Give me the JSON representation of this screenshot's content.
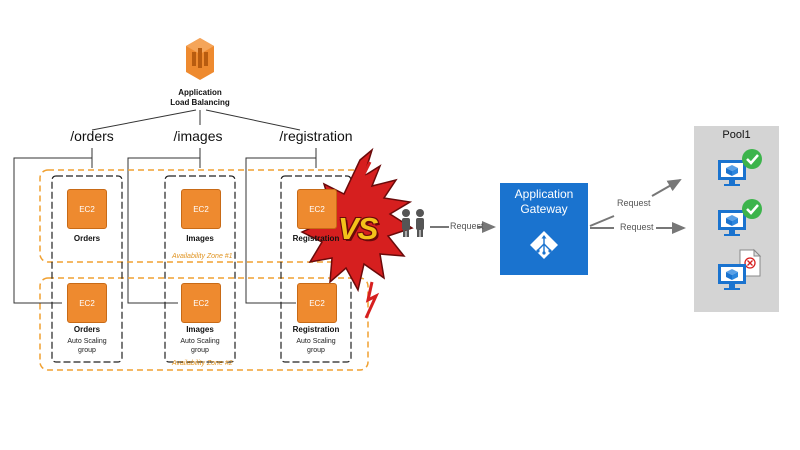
{
  "colors": {
    "aws_orange": "#ee8a2f",
    "zone_dash": "#f0a030",
    "gateway_blue": "#1a73cf",
    "vs_red": "#d61f1f",
    "vs_yellow": "#f3c21a",
    "check_green": "#3cb44b",
    "pool_gray": "#d4d4d4"
  },
  "aws": {
    "load_balancer_title": "Application\nLoad Balancing",
    "routes": [
      "/orders",
      "/images",
      "/registration"
    ],
    "ec2_label": "EC2",
    "zone1": {
      "label": "Availability Zone #1",
      "services": [
        "Orders",
        "Images",
        "Registration"
      ]
    },
    "zone2": {
      "label": "Availability Zone #2",
      "services": [
        "Orders",
        "Images",
        "Registration"
      ],
      "asg_label": "Auto Scaling\ngroup"
    }
  },
  "vs_label": "VS",
  "azure": {
    "request_label": "Request",
    "gateway_title": "Application\nGateway",
    "right_requests": [
      "Request",
      "Request"
    ],
    "pool_title": "Pool1",
    "pool_servers": [
      {
        "status": "healthy",
        "icon": "check-icon"
      },
      {
        "status": "healthy",
        "icon": "check-icon"
      },
      {
        "status": "unhealthy",
        "icon": "error-document-icon"
      }
    ]
  }
}
